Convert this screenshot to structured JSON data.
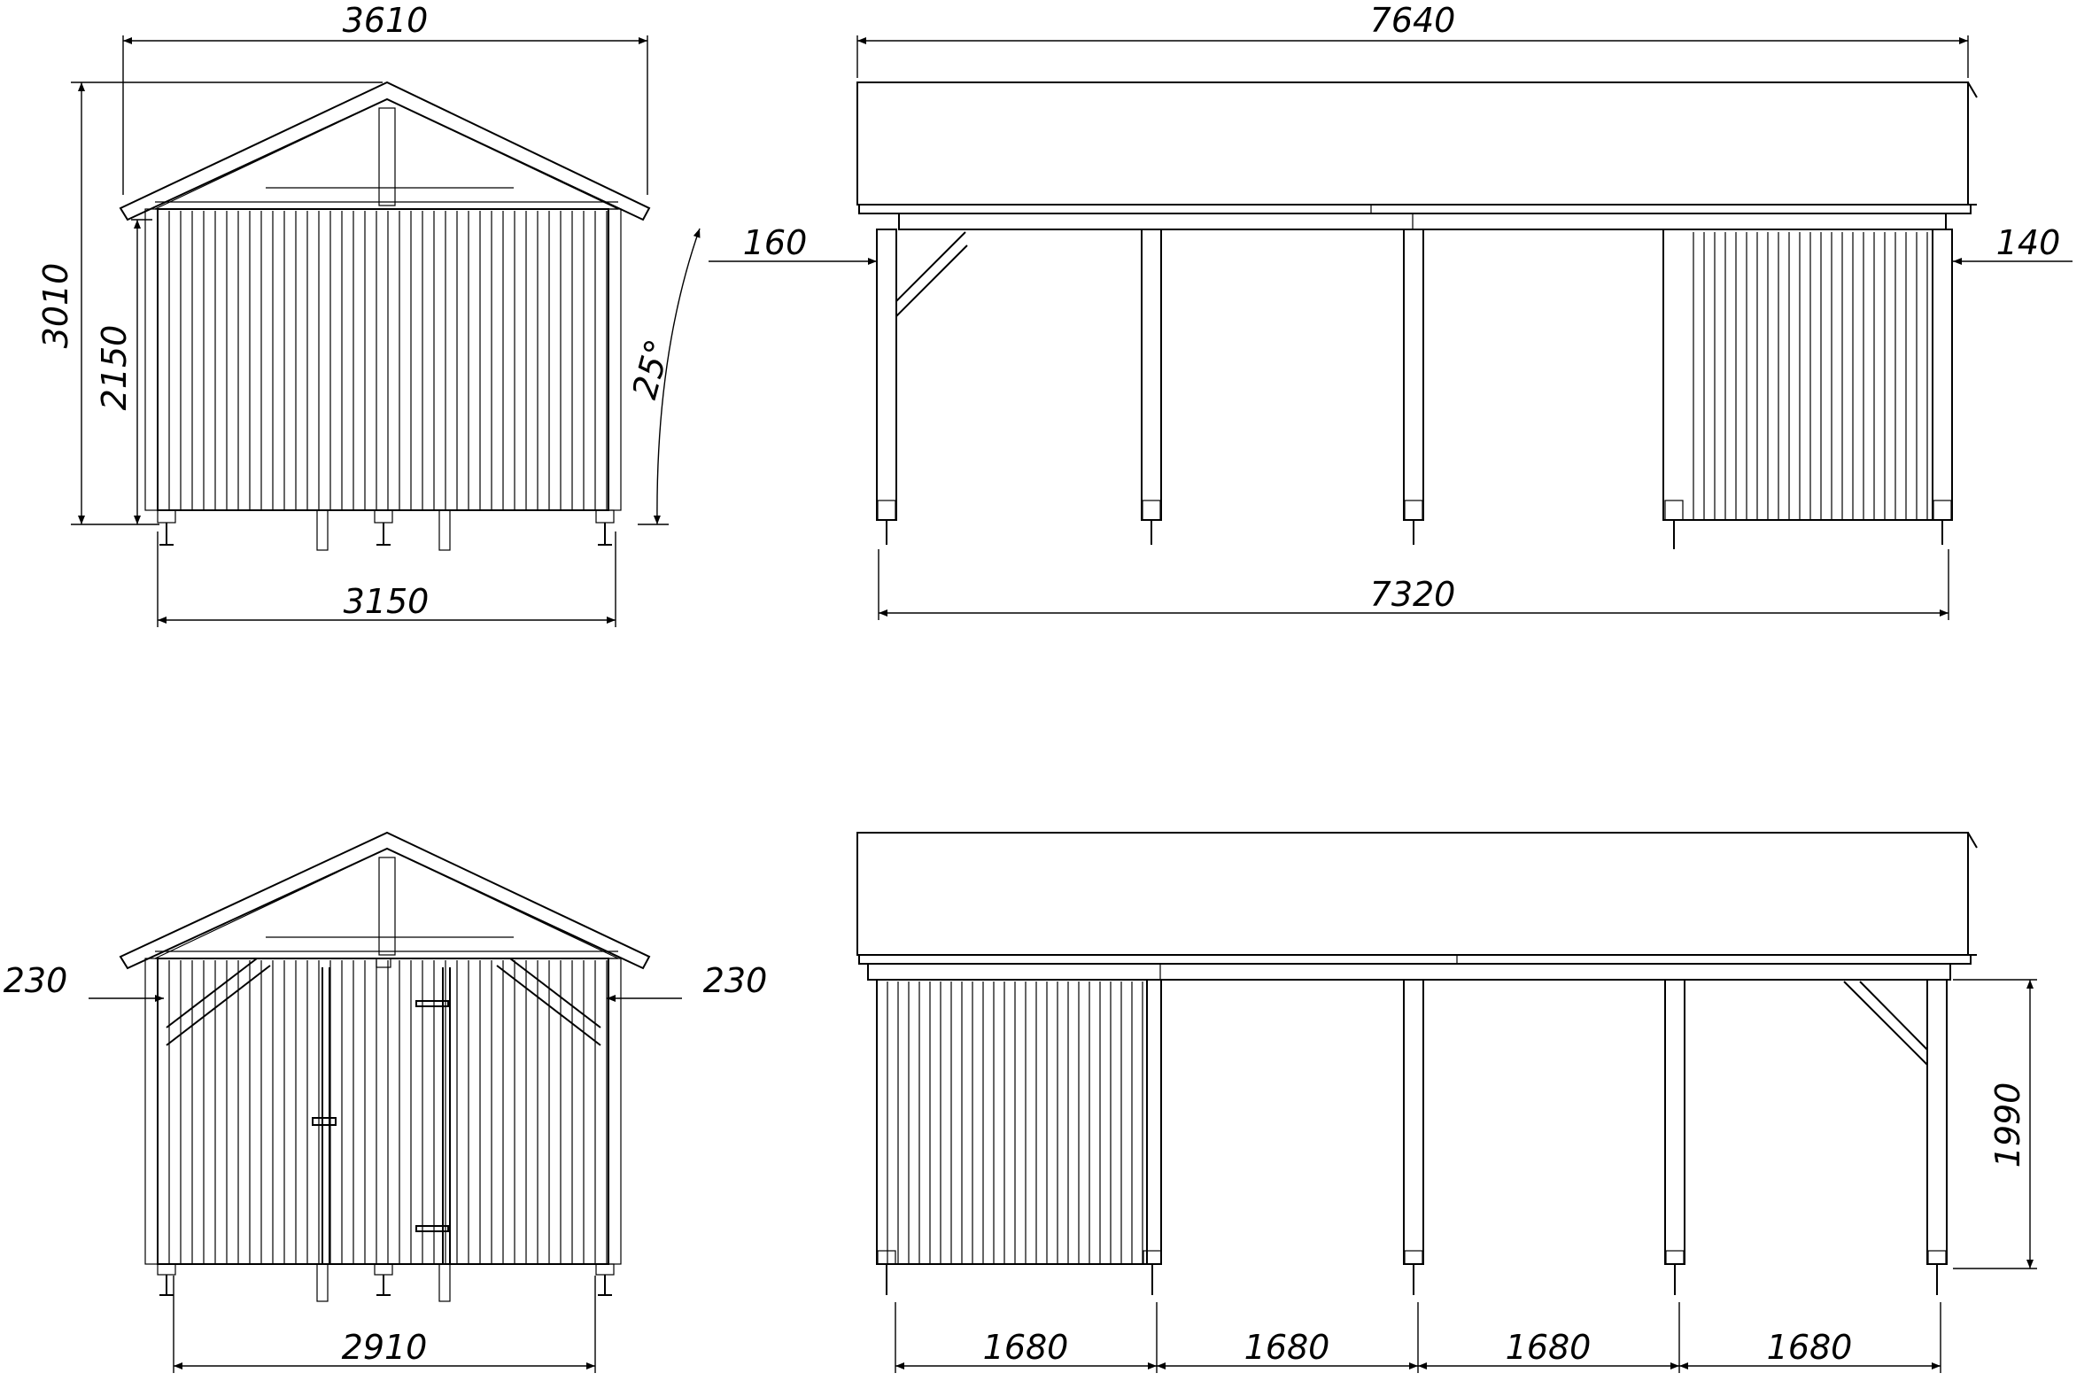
{
  "dimensions": {
    "front_width_top": "3610",
    "front_height_total": "3010",
    "front_height_wall": "2150",
    "roof_angle": "25°",
    "front_width_posts": "3150",
    "side_length_roof": "7640",
    "side_overhang_left": "160",
    "side_overhang_right": "140",
    "side_length_posts": "7320",
    "back_overhang_left": "230",
    "back_overhang_right": "230",
    "back_width_posts": "2910",
    "bay_1": "1680",
    "bay_2": "1680",
    "bay_3": "1680",
    "bay_4": "1680",
    "clear_height": "1990"
  }
}
